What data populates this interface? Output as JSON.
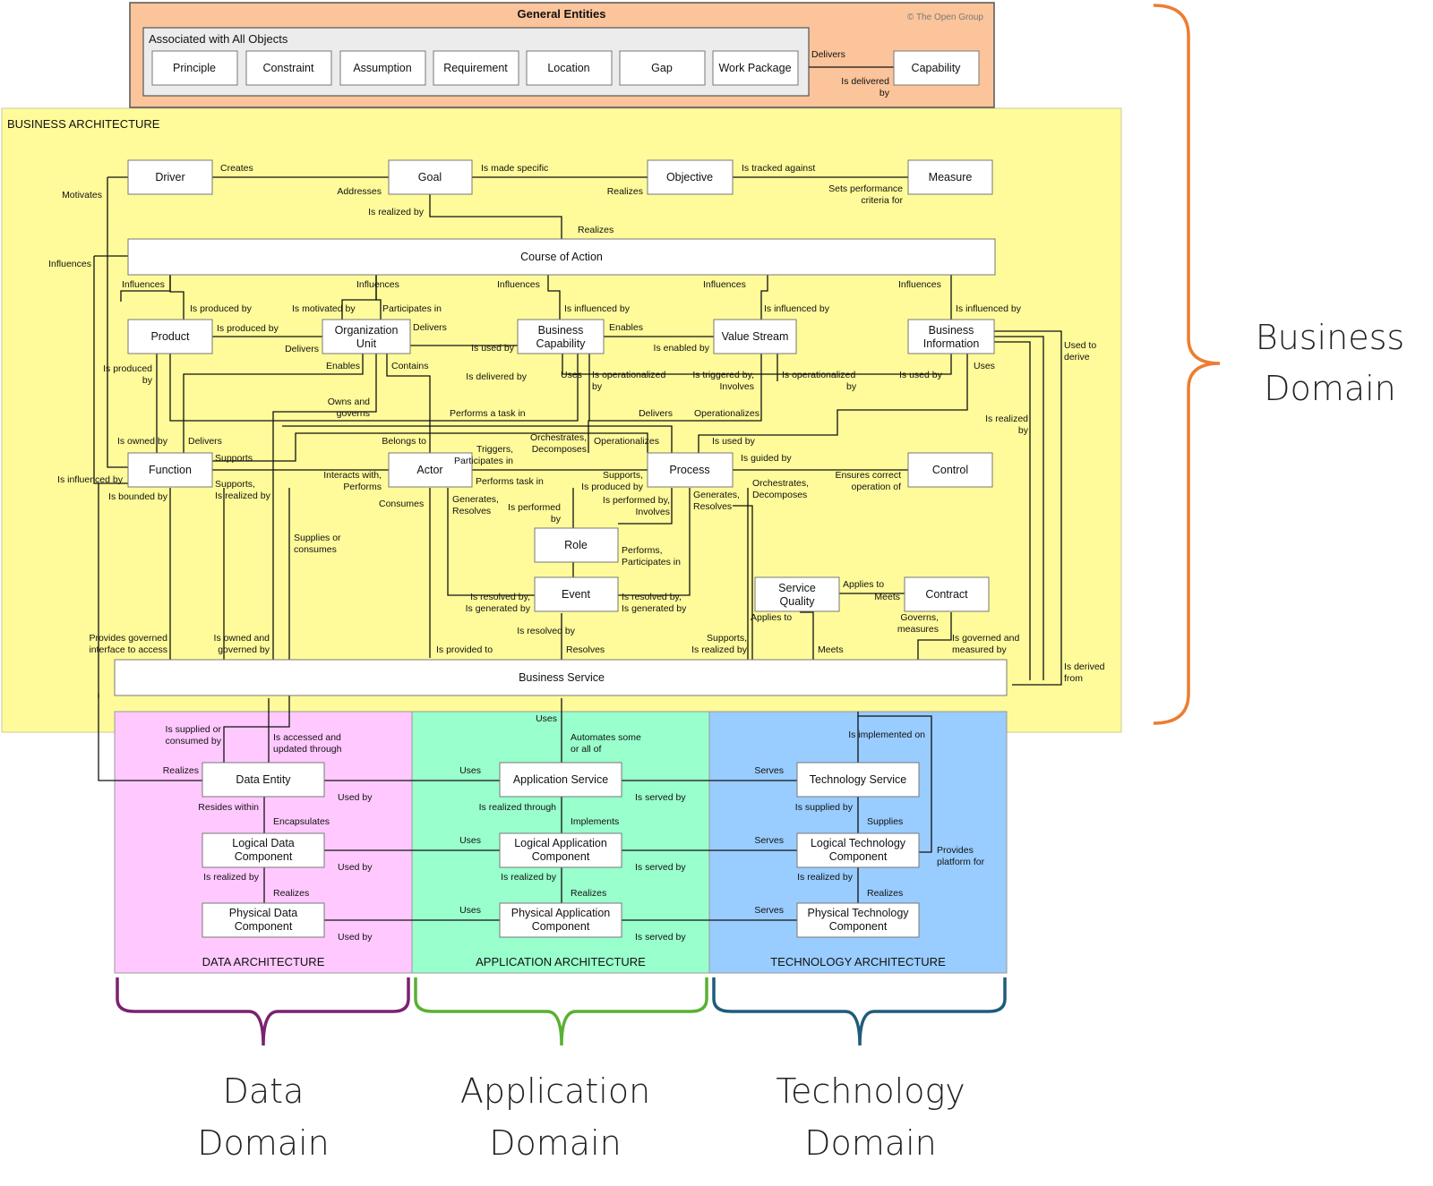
{
  "colors": {
    "general_fill": "#fbc49a",
    "general_stroke": "#555555",
    "associated_fill": "#ececec",
    "business_fill": "#fffb9a",
    "data_fill": "#ffc9ff",
    "application_fill": "#99ffcc",
    "technology_fill": "#99ccff",
    "box_fill": "#ffffff",
    "line": "#111111",
    "brace_business": "#ed7d31",
    "brace_data": "#7b2170",
    "brace_application": "#5ab032",
    "brace_technology": "#1f5c7a"
  },
  "general": {
    "title": "General Entities",
    "copyright": "© The Open Group",
    "associated_label": "Associated with All Objects",
    "items": [
      "Principle",
      "Constraint",
      "Assumption",
      "Requirement",
      "Location",
      "Gap",
      "Work Package"
    ],
    "capability": "Capability",
    "delivers": "Delivers",
    "is_delivered_by": [
      "Is delivered",
      "by"
    ]
  },
  "business": {
    "title": "BUSINESS ARCHITECTURE",
    "driver": "Driver",
    "goal": "Goal",
    "objective": "Objective",
    "measure": "Measure",
    "course_of_action": "Course of Action",
    "product": "Product",
    "organization_unit": [
      "Organization",
      "Unit"
    ],
    "business_capability": [
      "Business",
      "Capability"
    ],
    "value_stream": "Value Stream",
    "business_information": [
      "Business",
      "Information"
    ],
    "function": "Function",
    "actor": "Actor",
    "process": "Process",
    "control": "Control",
    "role": "Role",
    "event": "Event",
    "service_quality": [
      "Service",
      "Quality"
    ],
    "contract": "Contract",
    "business_service": "Business Service"
  },
  "data": {
    "title": "DATA ARCHITECTURE",
    "data_entity": "Data Entity",
    "logical": [
      "Logical Data",
      "Component"
    ],
    "physical": [
      "Physical Data",
      "Component"
    ]
  },
  "application": {
    "title": "APPLICATION ARCHITECTURE",
    "service": "Application Service",
    "logical": [
      "Logical Application",
      "Component"
    ],
    "physical": [
      "Physical Application",
      "Component"
    ]
  },
  "technology": {
    "title": "TECHNOLOGY ARCHITECTURE",
    "service": "Technology Service",
    "logical": [
      "Logical Technology",
      "Component"
    ],
    "physical": [
      "Physical Technology",
      "Component"
    ]
  },
  "labels": {
    "creates": "Creates",
    "motivates": "Motivates",
    "addresses": "Addresses",
    "is_made_specific": "Is made specific",
    "realizes": "Realizes",
    "is_tracked_against": "Is tracked against",
    "sets_performance": [
      "Sets performance",
      "criteria for"
    ],
    "is_realized_by": "Is realized by",
    "influences": "Influences",
    "is_produced_by": "Is produced by",
    "is_motivated_by": "Is motivated by",
    "participates_in": "Participates in",
    "is_influenced_by": "Is influenced by",
    "delivers": "Delivers",
    "is_used_by": "Is used by",
    "enables": "Enables",
    "is_enabled_by": "Is enabled by",
    "used_to_derive": [
      "Used to",
      "derive"
    ],
    "is_produced_by_2": [
      "Is produced",
      "by"
    ],
    "contains": "Contains",
    "is_delivered_by": "Is delivered by",
    "uses": "Uses",
    "is_operationalized_by": [
      "Is operationalized",
      "by"
    ],
    "is_triggered_by": [
      "Is triggered by,",
      "Involves"
    ],
    "owns_and_governs": [
      "Owns and",
      "governs"
    ],
    "performs_a_task_in": "Performs a task in",
    "operationalizes": "Operationalizes",
    "is_realized_by_2": [
      "Is realized",
      "by"
    ],
    "is_owned_by": "Is owned by",
    "belongs_to": "Belongs to",
    "orchestrates_decomposes": [
      "Orchestrates,",
      "Decomposes"
    ],
    "triggers": [
      "Triggers,",
      "Participates in"
    ],
    "is_guided_by": "Is guided by",
    "supports": "Supports",
    "is_influenced_by_2": "Is influenced by",
    "supports_is_realized_by": [
      "Supports,",
      "Is realized by"
    ],
    "is_bounded_by": "Is bounded by",
    "interacts_with": [
      "Interacts with,",
      "Performs"
    ],
    "performs_task_in": "Performs task in",
    "supports_is_produced_by": [
      "Supports,",
      "Is produced by"
    ],
    "is_performed_by_involves": [
      "Is performed by,",
      "Involves"
    ],
    "ensures_correct": [
      "Ensures correct",
      "operation of"
    ],
    "consumes": "Consumes",
    "generates_resolves": [
      "Generates,",
      "Resolves"
    ],
    "is_performed_by": [
      "Is performed",
      "by"
    ],
    "orchestrates_decomposes_2": [
      "Orchestrates,",
      "Decomposes"
    ],
    "supplies_or_consumes": [
      "Supplies or",
      "consumes"
    ],
    "performs_participates": [
      "Performs,",
      "Participates in"
    ],
    "applies_to": "Applies to",
    "meets": "Meets",
    "is_resolved_generated": [
      "Is resolved by,",
      "Is generated by"
    ],
    "governs_measures": [
      "Governs,",
      "measures"
    ],
    "is_resolved_by": "Is resolved by",
    "provides_governed": [
      "Provides governed",
      "interface to access"
    ],
    "is_owned_and_governed_by": [
      "Is owned and",
      "governed by"
    ],
    "is_provided_to": "Is provided to",
    "resolves": "Resolves",
    "supports_is_realized_by_2": [
      "Supports,",
      "Is realized by"
    ],
    "is_governed_and_measured_by": [
      "Is governed and",
      "measured by"
    ],
    "is_derived_from": [
      "Is derived",
      "from"
    ],
    "is_supplied_or_consumed_by": [
      "Is supplied or",
      "consumed by"
    ],
    "is_accessed_and_updated": [
      "Is accessed and",
      "updated through"
    ],
    "automates": [
      "Automates some",
      "or all of"
    ],
    "is_implemented_on": "Is implemented on",
    "serves": "Serves",
    "used_by": "Used by",
    "is_served_by": "Is served by",
    "resides_within": "Resides within",
    "encapsulates": "Encapsulates",
    "is_realized_through": "Is realized through",
    "implements": "Implements",
    "is_supplied_by": "Is supplied by",
    "supplies": "Supplies",
    "provides_platform": [
      "Provides",
      "platform for"
    ]
  },
  "domains": {
    "business": [
      "Business",
      "Domain"
    ],
    "data": [
      "Data",
      "Domain"
    ],
    "application": [
      "Application",
      "Domain"
    ],
    "technology": [
      "Technology",
      "Domain"
    ]
  }
}
